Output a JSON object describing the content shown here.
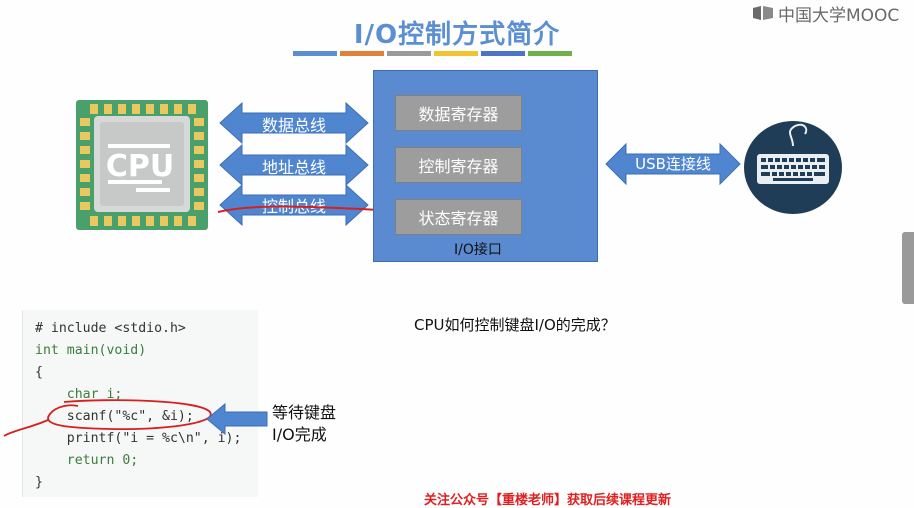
{
  "watermark": {
    "text": "中国大学MOOC"
  },
  "slide": {
    "title": "I/O控制方式简介",
    "color_bar": [
      "#5b8fd2",
      "#e0823c",
      "#9a9a9a",
      "#f2c530",
      "#4b74c8",
      "#6fb04a"
    ]
  },
  "cpu": {
    "label": "CPU"
  },
  "bus": {
    "data": "数据总线",
    "address": "地址总线",
    "control": "控制总线"
  },
  "io_interface": {
    "registers": [
      "数据寄存器",
      "控制寄存器",
      "状态寄存器"
    ],
    "label": "I/O接口"
  },
  "usb": {
    "label": "USB连接线"
  },
  "code": {
    "lines": [
      "# include <stdio.h>",
      "int main(void)",
      "{",
      "    char i;",
      "    scanf(\"%c\", &i);",
      "    printf(\"i = %c\\n\", i);",
      "    return 0;",
      "}"
    ]
  },
  "annotation": {
    "line1": "等待键盘",
    "line2": "I/O完成"
  },
  "question": "CPU如何控制键盘I/O的完成？",
  "footer": "关注公众号【重楼老师】获取后续课程更新"
}
